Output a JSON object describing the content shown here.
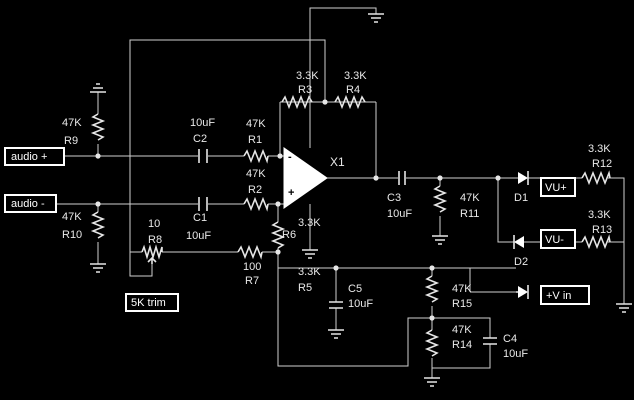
{
  "labels": {
    "audio_plus": "audio +",
    "audio_minus": "audio -",
    "trim": "5K trim",
    "vu_plus": "VU+",
    "vu_minus": "VU-",
    "v_in": "+V in",
    "x1": "X1",
    "op_minus": "-",
    "op_plus": "+"
  },
  "components": {
    "R9": {
      "ref": "R9",
      "value": "47K"
    },
    "R10": {
      "ref": "R10",
      "value": "47K"
    },
    "R1": {
      "ref": "R1",
      "value": "47K"
    },
    "R2": {
      "ref": "R2",
      "value": "47K"
    },
    "R3": {
      "ref": "R3",
      "value": "3.3K"
    },
    "R4": {
      "ref": "R4",
      "value": "3.3K"
    },
    "R5": {
      "ref": "R5",
      "value": "3.3K"
    },
    "R6": {
      "ref": "R6",
      "value": "3.3K"
    },
    "R7": {
      "ref": "R7",
      "value": "100"
    },
    "R8": {
      "ref": "R8",
      "value": "10"
    },
    "R11": {
      "ref": "R11",
      "value": "47K"
    },
    "R12": {
      "ref": "R12",
      "value": "3.3K"
    },
    "R13": {
      "ref": "R13",
      "value": "3.3K"
    },
    "R14": {
      "ref": "R14",
      "value": "47K"
    },
    "R15": {
      "ref": "R15",
      "value": "47K"
    },
    "C1": {
      "ref": "C1",
      "value": "10uF"
    },
    "C2": {
      "ref": "C2",
      "value": "10uF"
    },
    "C3": {
      "ref": "C3",
      "value": "10uF"
    },
    "C4": {
      "ref": "C4",
      "value": "10uF"
    },
    "C5": {
      "ref": "C5",
      "value": "10uF"
    },
    "D1": {
      "ref": "D1"
    },
    "D2": {
      "ref": "D2"
    }
  }
}
